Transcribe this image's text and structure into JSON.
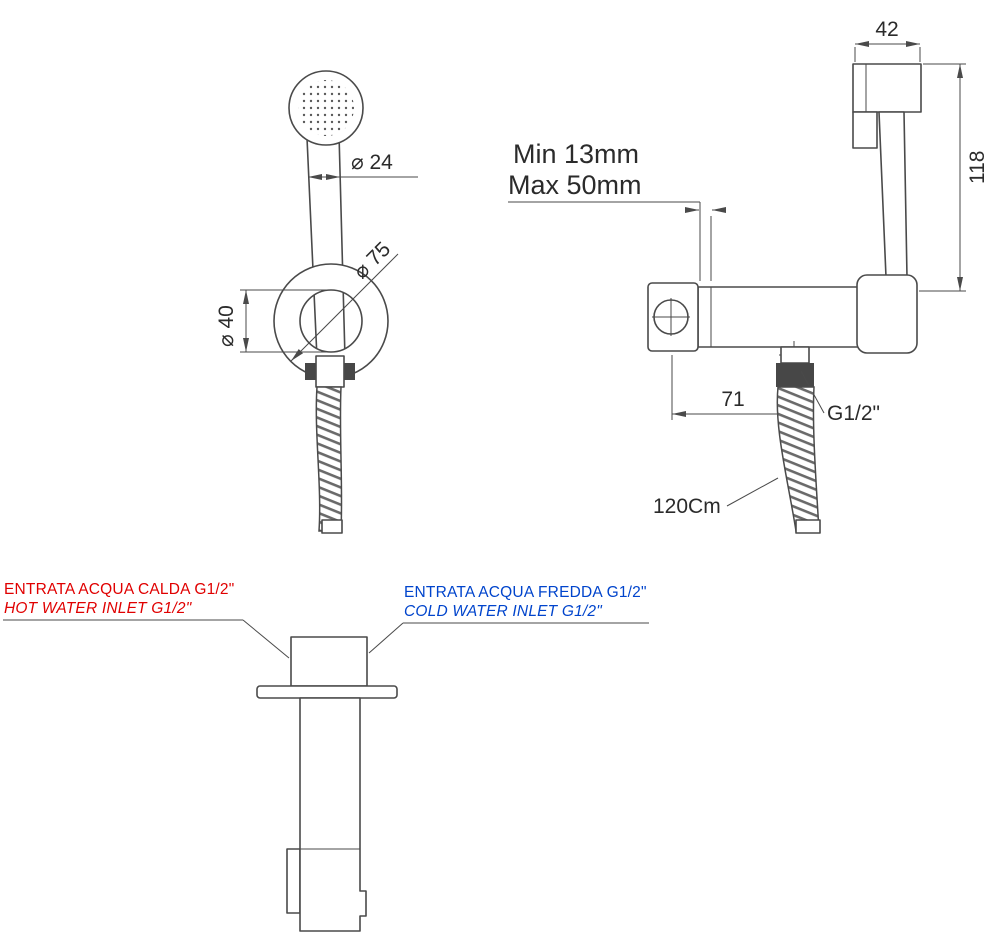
{
  "drawing": {
    "front_view": {
      "dim_handle_diameter": "⌀ 24",
      "dim_holder_outer_diameter": "⌀ 75",
      "dim_holder_inner_diameter": "⌀ 40"
    },
    "side_view": {
      "dim_head_width": "42",
      "dim_overall_height": "118",
      "wall_thickness_min": "Min 13mm",
      "wall_thickness_max": "Max 50mm",
      "dim_wall_to_outlet": "71",
      "thread_size": "G1/2\"",
      "hose_length": "120Cm"
    },
    "inlet_view": {
      "hot_inlet_line1": "ENTRATA ACQUA CALDA G1/2\"",
      "hot_inlet_line2": "HOT WATER INLET G1/2\"",
      "cold_inlet_line1": "ENTRATA ACQUA FREDDA G1/2\"",
      "cold_inlet_line2": "COLD WATER INLET G1/2\""
    },
    "colors": {
      "hot": "#e00000",
      "cold": "#0044cc",
      "line": "#4a4a4a"
    }
  }
}
